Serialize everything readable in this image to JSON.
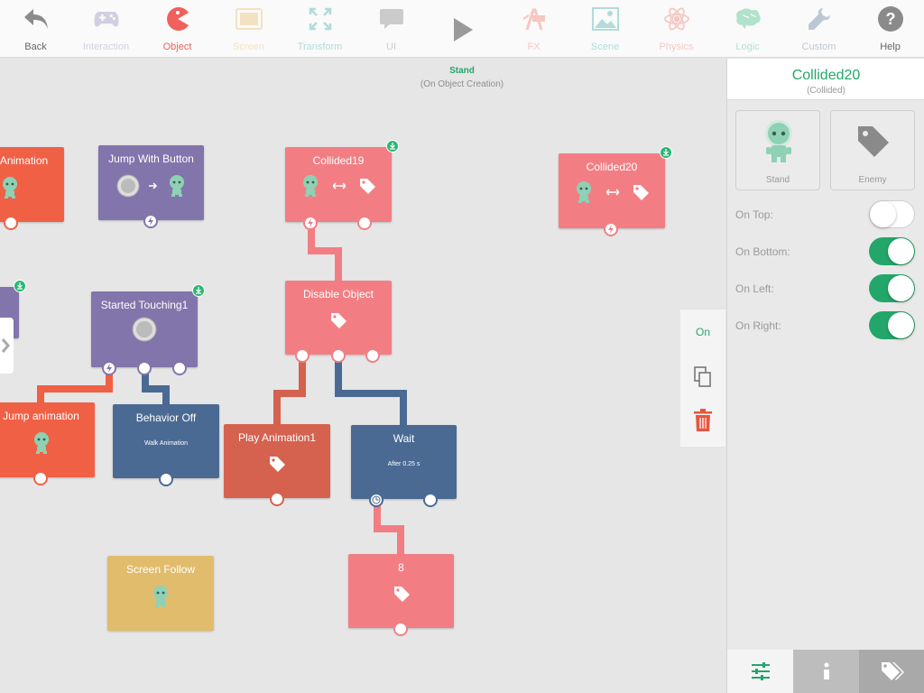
{
  "toolbar": {
    "items": [
      {
        "label": "Back",
        "icon": "back-arrow-icon",
        "color": "#666666"
      },
      {
        "label": "Interaction",
        "icon": "gamepad-icon",
        "color": "#8a82b8"
      },
      {
        "label": "Object",
        "icon": "pacman-icon",
        "color": "#f0605d"
      },
      {
        "label": "Screen",
        "icon": "tablet-icon",
        "color": "#e7b85a"
      },
      {
        "label": "Transform",
        "icon": "expand-arrows-icon",
        "color": "#2aa6a0"
      },
      {
        "label": "UI",
        "icon": "speech-bubble-icon",
        "color": "#777777"
      },
      {
        "label": "",
        "icon": "play-icon",
        "color": "#9a9a9a"
      },
      {
        "label": "FX",
        "icon": "fx-icon",
        "color": "#f06a5d"
      },
      {
        "label": "Scene",
        "icon": "image-icon",
        "color": "#2aa6a0"
      },
      {
        "label": "Physics",
        "icon": "atom-icon",
        "color": "#f06a5d"
      },
      {
        "label": "Logic",
        "icon": "brain-icon",
        "color": "#2bb673"
      },
      {
        "label": "Custom",
        "icon": "wrench-icon",
        "color": "#4a6a93"
      },
      {
        "label": "Help",
        "icon": "question-icon",
        "color": "#777777"
      }
    ]
  },
  "canvas": {
    "object_name": "Stand",
    "object_event": "(On Object Creation)"
  },
  "blocks": {
    "jump_animation_top": {
      "title": "Jump Animation"
    },
    "jump_with_button": {
      "title": "Jump With Button"
    },
    "collided19": {
      "title": "Collided19"
    },
    "collided20": {
      "title": "Collided20"
    },
    "started_touching": {
      "title": "Started Touching1"
    },
    "disable_object": {
      "title": "Disable Object"
    },
    "jump_animation": {
      "title": "Jump animation"
    },
    "behavior_off": {
      "title": "Behavior Off",
      "sub": "Walk Animation"
    },
    "play_animation": {
      "title": "Play Animation1"
    },
    "wait": {
      "title": "Wait",
      "sub": "After 0.25 s"
    },
    "screen_follow": {
      "title": "Screen Follow"
    },
    "eight": {
      "title": "8"
    }
  },
  "side_actions": {
    "on_label": "On"
  },
  "panel": {
    "title": "Collided20",
    "subtitle": "(Collided)",
    "cards": [
      {
        "label": "Stand",
        "icon": "alien-character-icon"
      },
      {
        "label": "Enemy",
        "icon": "tag-icon"
      }
    ],
    "options": [
      {
        "label": "On Top:",
        "value": false
      },
      {
        "label": "On Bottom:",
        "value": true
      },
      {
        "label": "On Left:",
        "value": true
      },
      {
        "label": "On Right:",
        "value": true
      }
    ],
    "tabs": [
      {
        "icon": "sliders-icon",
        "active": true
      },
      {
        "icon": "info-icon",
        "active": false
      },
      {
        "icon": "tags-icon",
        "active": false
      }
    ]
  },
  "colors": {
    "accent": "#23a66a",
    "red": "#f06045",
    "purple": "#8275ab",
    "pink": "#f27e84",
    "blue": "#4a6a93",
    "brick": "#d4624f",
    "yellow": "#e1bc6c"
  }
}
